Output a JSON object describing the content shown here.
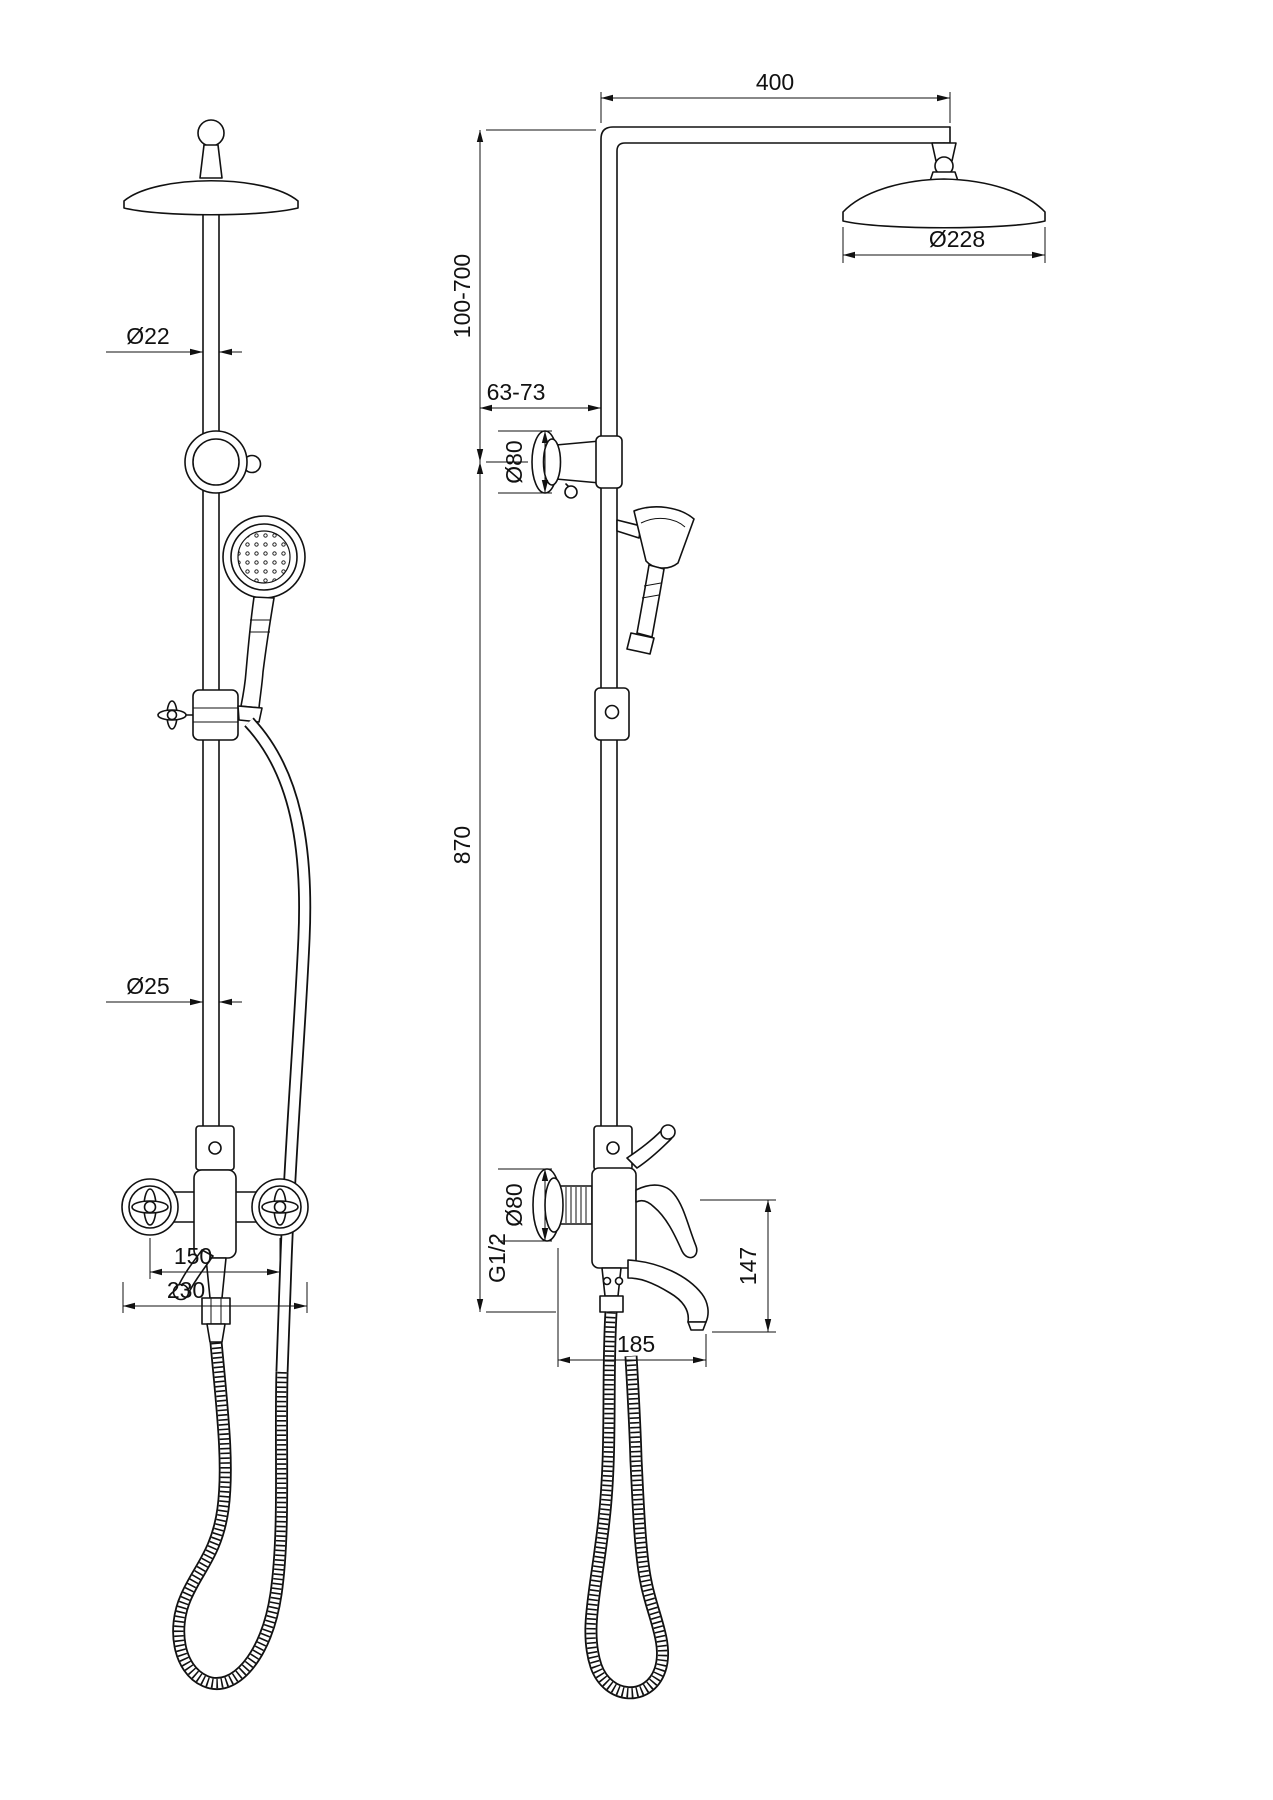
{
  "front": {
    "pipe_upper_dia": "Ø22",
    "pipe_lower_dia": "Ø25",
    "valve_spacing": "150",
    "body_width": "230"
  },
  "side": {
    "arm_reach": "400",
    "head_dia": "Ø228",
    "height_range": "100-700",
    "wall_clearance": "63-73",
    "bracket_dia": "Ø80",
    "riser_height": "870",
    "escutcheon_dia": "Ø80",
    "thread_size": "G1/2",
    "spout_height": "147",
    "spout_reach": "185"
  }
}
